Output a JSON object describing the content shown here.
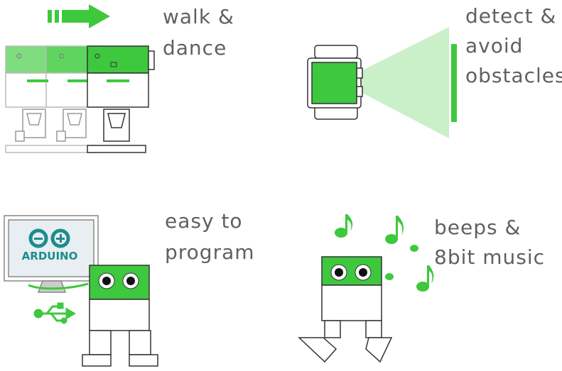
{
  "features": [
    {
      "id": "walk",
      "lines": [
        "walk &",
        "dance"
      ]
    },
    {
      "id": "detect",
      "lines": [
        "detect &",
        "avoid",
        "obstacles"
      ]
    },
    {
      "id": "program",
      "lines": [
        "easy to",
        "program"
      ]
    },
    {
      "id": "music",
      "lines": [
        "beeps &",
        "8bit music"
      ]
    }
  ],
  "arduino_logo_text": "ARDUINO",
  "colors": {
    "accent": "#3ec83e",
    "accent_light": "#c9f0c9",
    "text": "#606060",
    "outline": "#333333"
  },
  "icons": [
    "right-arrow-icon",
    "usb-icon",
    "music-note-icon"
  ]
}
